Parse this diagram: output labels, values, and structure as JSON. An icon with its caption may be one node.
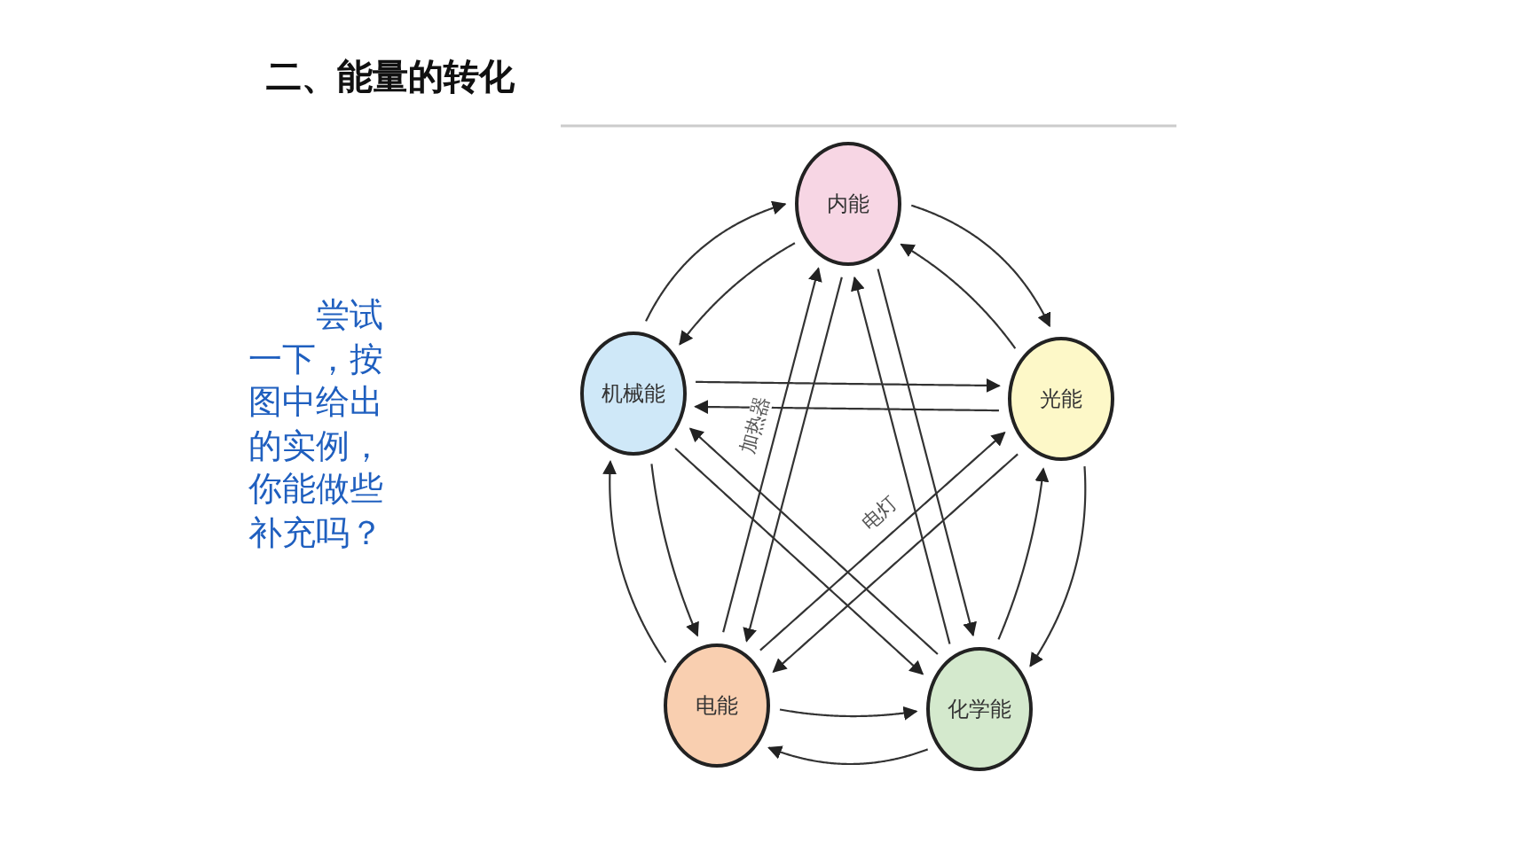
{
  "diagram": {
    "title": "二、能量的转化",
    "nodes": [
      {
        "text": [
          "内能"
        ]
      },
      {
        "text": [
          "机械能"
        ]
      },
      {
        "text": [
          "光能"
        ]
      },
      {
        "text": [
          "电能"
        ]
      },
      {
        "text": [
          "化学能"
        ]
      }
    ],
    "edges": [
      {
        "from": 1,
        "to": 0,
        "arrow": "to"
      },
      {
        "from": 0,
        "to": 1,
        "arrow": "to"
      },
      {
        "from": 0,
        "to": 2,
        "arrow": "to"
      },
      {
        "from": 2,
        "to": 0,
        "arrow": "to"
      },
      {
        "from": 1,
        "to": 2,
        "arrow": "to"
      },
      {
        "from": 2,
        "to": 1,
        "arrow": "to"
      },
      {
        "from": 3,
        "to": 0,
        "arrow": "to",
        "label": "加热器"
      },
      {
        "from": 0,
        "to": 3,
        "arrow": "to"
      },
      {
        "from": 4,
        "to": 0,
        "arrow": "to"
      },
      {
        "from": 0,
        "to": 4,
        "arrow": "to"
      },
      {
        "from": 3,
        "to": 1,
        "arrow": "to"
      },
      {
        "from": 1,
        "to": 3,
        "arrow": "to"
      },
      {
        "from": 4,
        "to": 1,
        "arrow": "to"
      },
      {
        "from": 1,
        "to": 4,
        "arrow": "to"
      },
      {
        "from": 3,
        "to": 2,
        "arrow": "to",
        "label": "电灯"
      },
      {
        "from": 2,
        "to": 3,
        "arrow": "to"
      },
      {
        "from": 4,
        "to": 2,
        "arrow": "to"
      },
      {
        "from": 2,
        "to": 4,
        "arrow": "to"
      },
      {
        "from": 3,
        "to": 4,
        "arrow": "to"
      },
      {
        "from": 4,
        "to": 3,
        "arrow": "to"
      }
    ],
    "labels": [
      "尝试一下，按图中给出的实例，你能做些补充吗？"
    ]
  }
}
